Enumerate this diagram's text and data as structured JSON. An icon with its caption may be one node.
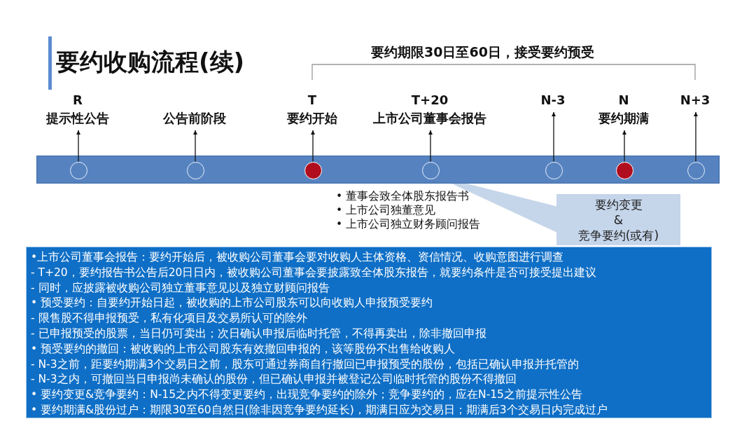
{
  "diagram": {
    "title": "要约收购流程(续)",
    "nodes": [
      {
        "text": [
          "R",
          "提示性公告"
        ]
      },
      {
        "text": [
          "公告前阶段"
        ]
      },
      {
        "text": [
          "T",
          "要约开始"
        ]
      },
      {
        "text": [
          "T+20",
          "上市公司董事会报告"
        ]
      },
      {
        "text": [
          "N-3"
        ]
      },
      {
        "text": [
          "N",
          "要约期满"
        ]
      },
      {
        "text": [
          "N+3"
        ]
      },
      {
        "text": [],
        "shape": "bar"
      },
      {
        "text": [],
        "shape": "circle",
        "in": 7
      },
      {
        "text": [],
        "shape": "circle",
        "in": 7
      },
      {
        "text": [],
        "shape": "circle",
        "in": 7
      },
      {
        "text": [],
        "shape": "circle",
        "in": 7
      },
      {
        "text": [],
        "shape": "circle",
        "in": 7
      },
      {
        "text": [],
        "shape": "circle",
        "in": 7
      },
      {
        "text": [],
        "shape": "circle",
        "in": 7
      },
      {
        "text": [
          "要约变更 & 竞争要约(或有)"
        ]
      },
      {
        "text": [
          "•上市公司董事会报告：要约开始后，被收购公司董事会要对收购人主体资格、资信情况、收购意图进行调查",
          "- T+20，要约报告书公告后20日日内，被收购公司董事会要披露致全体股东报告，就要约条件是否可接受提出建议",
          "- 同时，应披露被收购公司独立董事意见以及独立财顾问报告",
          "• 预受要约：自要约开始日起，被收购的上市公司股东可以向收购人申报预受要约",
          "- 限售股不得申报预受，私有化项目及交易所认可的除外",
          "- 已申报预受的股票，当日仍可卖出；次日确认申报后临时托管，不得再卖出，除非撤回申报",
          "• 预受要约的撤回：被收购的上市公司股东有效撤回申报的，该等股份不出售给收购人",
          "- N-3之前，距要约期满3个交易日之前，股东可通过券商自行撤回已申报预受的股份，包括已确认申报并托管的",
          "- N-3之内，可撤回当日申报尚未确认的股份，但已确认申报并被登记公司临时托管的股份不得撤回",
          "• 要约变更&竞争要约：N-15之内不得变更要约，出现竞争要约的除外；竞争要约的，应在N-15之前提示性公告",
          "• 要约期满&股份过户：期限30至60自然日(除非因竞争要约延长)，期满日应为交易日；期满后3个交易日内完成过户"
        ]
      }
    ],
    "edges": [
      {
        "from": 8,
        "to": 0,
        "arrow": "to"
      },
      {
        "from": 9,
        "to": 1,
        "arrow": "to"
      },
      {
        "from": 10,
        "to": 2,
        "arrow": "to"
      },
      {
        "from": 11,
        "to": 3,
        "arrow": "to"
      },
      {
        "from": 12,
        "to": 4,
        "arrow": "to"
      },
      {
        "from": 13,
        "to": 5,
        "arrow": "to"
      },
      {
        "from": 14,
        "to": 6,
        "arrow": "to"
      },
      {
        "from": 11,
        "to": 15,
        "arrow": "none",
        "style": "thick",
        "color": "#c5d5ea"
      }
    ],
    "labels": [
      "要约期限30日至60日，接受要约预受",
      "• 董事会致全体股东报告书",
      "• 上市公司独董意见",
      "• 上市公司独立财务顾问报告"
    ]
  }
}
